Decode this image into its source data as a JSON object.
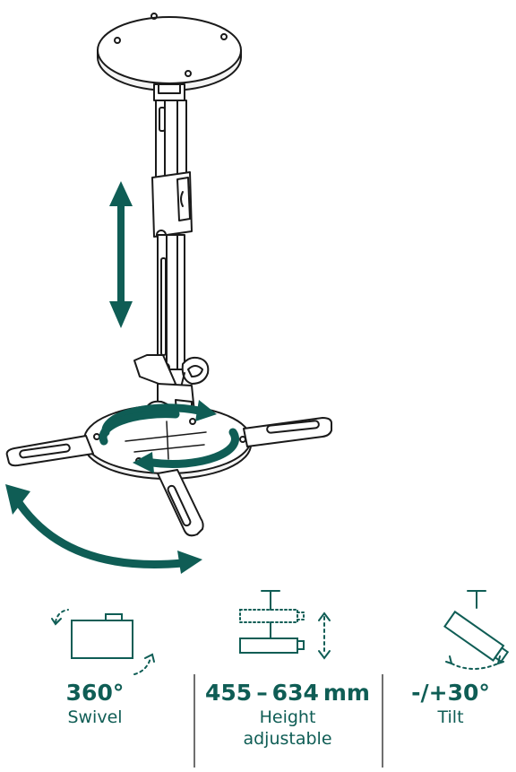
{
  "colors": {
    "accent": "#0f5d55",
    "line": "#1a1a1a",
    "divider": "#6f6f6f"
  },
  "illustration": {
    "subject": "projector-ceiling-mount",
    "icons": [
      "height-adjust-arrow-icon",
      "swivel-arrow-icon",
      "tilt-arc-arrow-icon"
    ]
  },
  "features": [
    {
      "icon": "swivel-icon",
      "value": "360°",
      "label": "Swivel"
    },
    {
      "icon": "height-icon",
      "value": "455 – 634 mm",
      "label_line1": "Height",
      "label_line2": "adjustable"
    },
    {
      "icon": "tilt-icon",
      "value": "-/+30°",
      "label": "Tilt"
    }
  ]
}
